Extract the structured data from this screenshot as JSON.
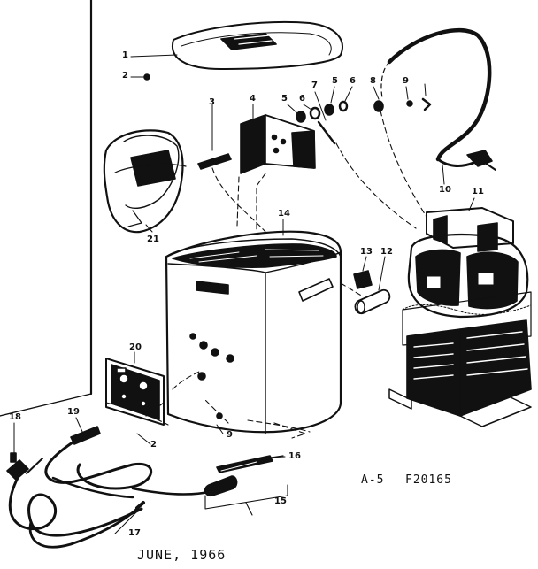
{
  "diagram": {
    "figure_code": "A-5",
    "figure_number": "F20165",
    "date": "JUNE, 1966",
    "callouts": [
      "1",
      "2",
      "3",
      "4",
      "5",
      "6",
      "7",
      "5",
      "6",
      "8",
      "9",
      "10",
      "11",
      "14",
      "21",
      "13",
      "12",
      "20",
      "19",
      "18",
      "2",
      "9",
      "16",
      "15",
      "17"
    ]
  },
  "colors": {
    "ink": "#111111",
    "paper": "#ffffff"
  }
}
